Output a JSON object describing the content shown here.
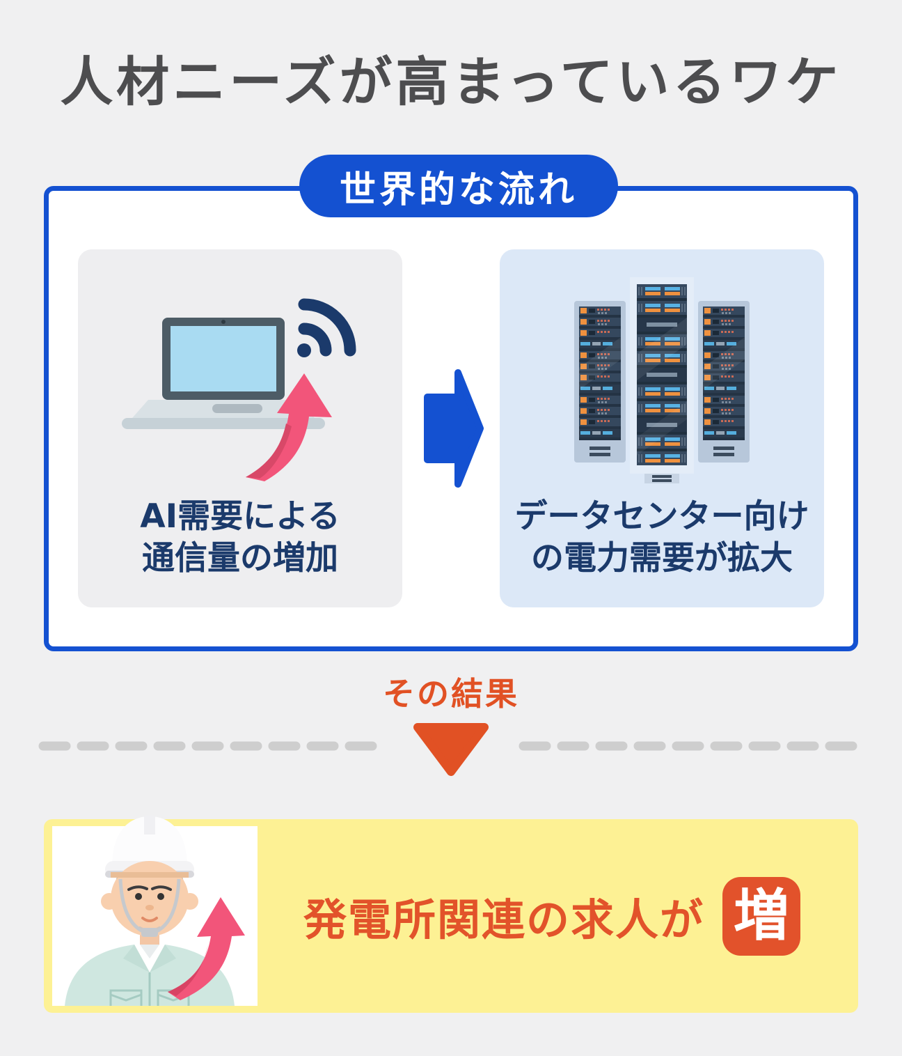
{
  "title": "人材ニーズが高まっているワケ",
  "flow": {
    "label": "世界的な流れ",
    "cards": [
      {
        "id": "ai-demand",
        "caption_line1": "AI需要による",
        "caption_line2": "通信量の増加",
        "illustration": "laptop-wifi-up-arrow"
      },
      {
        "id": "datacenter-power",
        "caption_line1": "データセンター向け",
        "caption_line2": "の電力需要が拡大",
        "illustration": "server-racks"
      }
    ]
  },
  "result": {
    "connector_label": "その結果",
    "banner_text": "発電所関連の求人が",
    "badge": "増",
    "illustration": "power-plant-worker-with-up-arrow"
  },
  "icons": {
    "wifi": "wifi-icon",
    "laptop": "laptop-icon",
    "pink_up_arrow": "up-arrow-icon",
    "blue_right_arrow": "right-arrow-icon",
    "orange_down_triangle": "down-triangle-icon",
    "server_racks": "server-rack-icon",
    "hard_hat": "hard-hat-icon"
  },
  "colors": {
    "background": "#f0f0f1",
    "title_text": "#4d4d4f",
    "accent_blue": "#1451d1",
    "navy_text": "#1b3a6b",
    "accent_orange": "#e15124",
    "badge_orange": "#e2522b",
    "banner_yellow": "#fdf194",
    "pink_arrow": "#f2557a",
    "dash_gray": "#cecece",
    "card_gray": "#eeeef0",
    "card_blue": "#dce8f7"
  }
}
